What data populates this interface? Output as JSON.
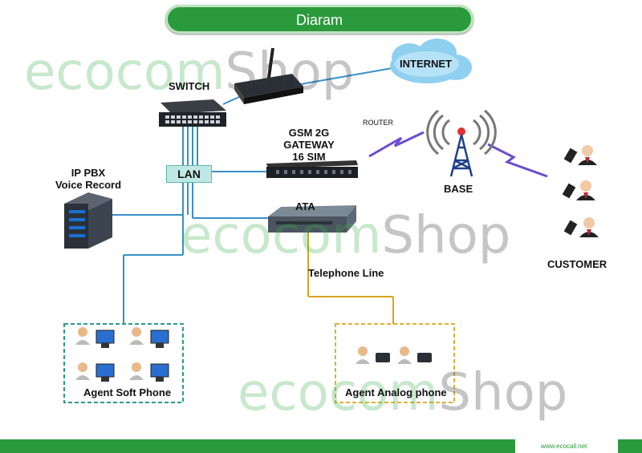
{
  "title": "Diaram",
  "labels": {
    "switch": "SWITCH",
    "internet": "INTERNET",
    "router": "ROUTER",
    "gsm_line1": "GSM 2G",
    "gsm_line2": "GATEWAY",
    "gsm_line3": "16 SIM",
    "base": "BASE",
    "pbx_line1": "IP PBX",
    "pbx_line2": "Voice Record",
    "lan": "LAN",
    "ata": "ATA",
    "telephone_line": "Telephone Line",
    "customer": "CUSTOMER",
    "agent_soft_phone": "Agent  Soft Phone",
    "agent_analog_phone": "Agent  Analog phone"
  },
  "watermark": {
    "green_part": "ecoc",
    "o_part": "o",
    "green_part2": "m",
    "dark_part": "Shop"
  },
  "footer": {
    "url": "www.ecocall.net"
  },
  "colors": {
    "brand_green": "#2a9a3c",
    "link_blue": "#3a8fc9",
    "phone_line": "#d8a51c",
    "wireless": "#6a4bd1",
    "agent_box": "#2a9a8c",
    "analog_box": "#e0b030"
  }
}
